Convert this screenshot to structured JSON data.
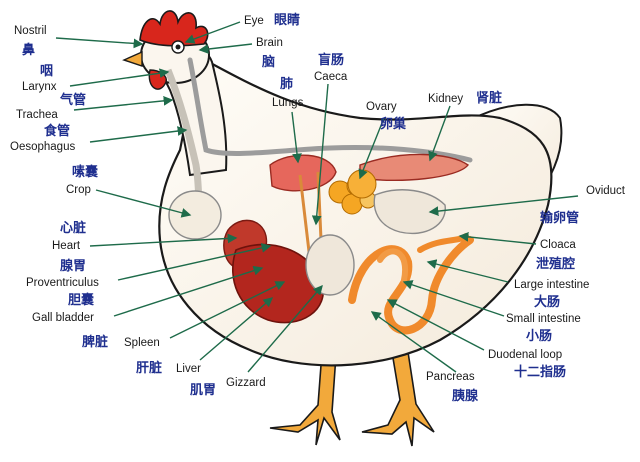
{
  "labels": {
    "nostril": {
      "en": "Nostril",
      "zh": "鼻"
    },
    "larynx": {
      "en": "Larynx",
      "zh": "咽"
    },
    "trachea": {
      "en": "Trachea",
      "zh": "气管"
    },
    "oesophagus": {
      "en": "Oesophagus",
      "zh": "食管"
    },
    "crop": {
      "en": "Crop",
      "zh": "嗉囊"
    },
    "heart": {
      "en": "Heart",
      "zh": "心脏"
    },
    "proventriculus": {
      "en": "Proventriculus",
      "zh": "腺胃"
    },
    "gall_bladder": {
      "en": "Gall bladder",
      "zh": "胆囊"
    },
    "spleen": {
      "en": "Spleen",
      "zh": "脾脏"
    },
    "liver": {
      "en": "Liver",
      "zh": "肝脏"
    },
    "gizzard": {
      "en": "Gizzard",
      "zh": "肌胃"
    },
    "eye": {
      "en": "Eye",
      "zh": "眼睛"
    },
    "brain": {
      "en": "Brain",
      "zh": "脑"
    },
    "lungs": {
      "en": "Lungs",
      "zh": "肺"
    },
    "caeca": {
      "en": "Caeca",
      "zh": "盲肠"
    },
    "ovary": {
      "en": "Ovary",
      "zh": "卵巢"
    },
    "kidney": {
      "en": "Kidney",
      "zh": "肾脏"
    },
    "oviduct": {
      "en": "Oviduct",
      "zh": "输卵管"
    },
    "cloaca": {
      "en": "Cloaca",
      "zh": "泄殖腔"
    },
    "large_intestine": {
      "en": "Large intestine",
      "zh": "大肠"
    },
    "small_intestine": {
      "en": "Small intestine",
      "zh": "小肠"
    },
    "duodenal_loop": {
      "en": "Duodenal loop",
      "zh": "十二指肠"
    },
    "pancreas": {
      "en": "Pancreas",
      "zh": "胰腺"
    }
  },
  "colors": {
    "leader": "#1e6b4a",
    "label_zh": "#1f2f8f",
    "body_fill": "#fbf6ee",
    "comb": "#d8261c",
    "legs": "#f2a93b",
    "liver": "#b3261e",
    "intestine": "#f08a2c",
    "ovary": "#f5a623"
  }
}
